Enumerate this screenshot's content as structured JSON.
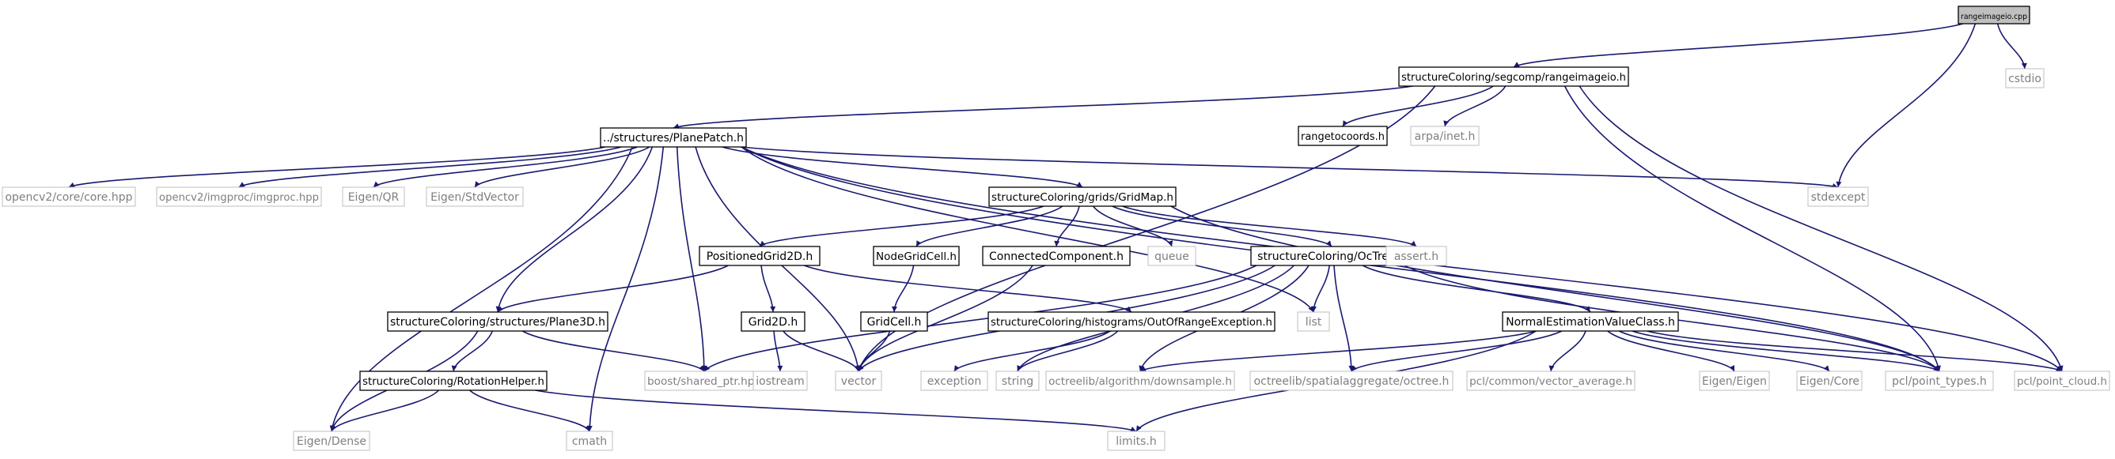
{
  "diagram": {
    "colors": {
      "edge": "#191970",
      "root_fill": "#bfbfbf",
      "node_fill": "#ffffff",
      "node_border": "#000000",
      "external_border": "#bfbfbf",
      "external_text": "#7f7f7f",
      "text": "#000000"
    },
    "nodes": [
      {
        "id": "rangeimageio_cpp",
        "label": "rangeimageio.cpp",
        "kind": "root"
      },
      {
        "id": "cstdio",
        "label": "cstdio",
        "kind": "external"
      },
      {
        "id": "segcomp_rangeimageio_h",
        "label": "structureColoring/segcomp/rangeimageio.h",
        "kind": "local"
      },
      {
        "id": "rangetocoords_h",
        "label": "rangetocoords.h",
        "kind": "local"
      },
      {
        "id": "arpa_inet_h",
        "label": "arpa/inet.h",
        "kind": "external"
      },
      {
        "id": "planepatch_h",
        "label": "../structures/PlanePatch.h",
        "kind": "local"
      },
      {
        "id": "opencv_core",
        "label": "opencv2/core/core.hpp",
        "kind": "external"
      },
      {
        "id": "opencv_imgproc",
        "label": "opencv2/imgproc/imgproc.hpp",
        "kind": "external"
      },
      {
        "id": "eigen_qr",
        "label": "Eigen/QR",
        "kind": "external"
      },
      {
        "id": "eigen_stdvector",
        "label": "Eigen/StdVector",
        "kind": "external"
      },
      {
        "id": "gridmap_h",
        "label": "structureColoring/grids/GridMap.h",
        "kind": "local"
      },
      {
        "id": "stdexcept",
        "label": "stdexcept",
        "kind": "external"
      },
      {
        "id": "positionedgrid2d_h",
        "label": "PositionedGrid2D.h",
        "kind": "local"
      },
      {
        "id": "nodegridcell_h",
        "label": "NodeGridCell.h",
        "kind": "local"
      },
      {
        "id": "connectedcomponent_h",
        "label": "ConnectedComponent.h",
        "kind": "local"
      },
      {
        "id": "queue",
        "label": "queue",
        "kind": "external"
      },
      {
        "id": "octree_h",
        "label": "structureColoring/OcTree.h",
        "kind": "local"
      },
      {
        "id": "assert_h",
        "label": "assert.h",
        "kind": "external"
      },
      {
        "id": "plane3d_h",
        "label": "structureColoring/structures/Plane3D.h",
        "kind": "local"
      },
      {
        "id": "grid2d_h",
        "label": "Grid2D.h",
        "kind": "local"
      },
      {
        "id": "gridcell_h",
        "label": "GridCell.h",
        "kind": "local"
      },
      {
        "id": "outofrange_h",
        "label": "structureColoring/histograms/OutOfRangeException.h",
        "kind": "local"
      },
      {
        "id": "list",
        "label": "list",
        "kind": "external"
      },
      {
        "id": "normalestimation_h",
        "label": "NormalEstimationValueClass.h",
        "kind": "local"
      },
      {
        "id": "rotationhelper_h",
        "label": "structureColoring/RotationHelper.h",
        "kind": "local"
      },
      {
        "id": "boost_shared_ptr",
        "label": "boost/shared_ptr.hpp",
        "kind": "external"
      },
      {
        "id": "iostream",
        "label": "iostream",
        "kind": "external"
      },
      {
        "id": "vector",
        "label": "vector",
        "kind": "external"
      },
      {
        "id": "exception",
        "label": "exception",
        "kind": "external"
      },
      {
        "id": "string",
        "label": "string",
        "kind": "external"
      },
      {
        "id": "octreelib_downsample",
        "label": "octreelib/algorithm/downsample.h",
        "kind": "external"
      },
      {
        "id": "octreelib_octree",
        "label": "octreelib/spatialaggregate/octree.h",
        "kind": "external"
      },
      {
        "id": "pcl_vector_average",
        "label": "pcl/common/vector_average.h",
        "kind": "external"
      },
      {
        "id": "eigen_eigen",
        "label": "Eigen/Eigen",
        "kind": "external"
      },
      {
        "id": "eigen_core",
        "label": "Eigen/Core",
        "kind": "external"
      },
      {
        "id": "pcl_point_types",
        "label": "pcl/point_types.h",
        "kind": "external"
      },
      {
        "id": "pcl_point_cloud",
        "label": "pcl/point_cloud.h",
        "kind": "external"
      },
      {
        "id": "eigen_dense",
        "label": "Eigen/Dense",
        "kind": "external"
      },
      {
        "id": "cmath",
        "label": "cmath",
        "kind": "external"
      },
      {
        "id": "limits_h",
        "label": "limits.h",
        "kind": "external"
      }
    ],
    "edges": [
      {
        "from": "rangeimageio_cpp",
        "to": "segcomp_rangeimageio_h"
      },
      {
        "from": "rangeimageio_cpp",
        "to": "cstdio"
      },
      {
        "from": "rangeimageio_cpp",
        "to": "stdexcept"
      },
      {
        "from": "segcomp_rangeimageio_h",
        "to": "planepatch_h"
      },
      {
        "from": "segcomp_rangeimageio_h",
        "to": "rangetocoords_h"
      },
      {
        "from": "segcomp_rangeimageio_h",
        "to": "arpa_inet_h"
      },
      {
        "from": "segcomp_rangeimageio_h",
        "to": "vector"
      },
      {
        "from": "segcomp_rangeimageio_h",
        "to": "pcl_point_types"
      },
      {
        "from": "segcomp_rangeimageio_h",
        "to": "pcl_point_cloud"
      },
      {
        "from": "planepatch_h",
        "to": "opencv_core"
      },
      {
        "from": "planepatch_h",
        "to": "opencv_imgproc"
      },
      {
        "from": "planepatch_h",
        "to": "eigen_qr"
      },
      {
        "from": "planepatch_h",
        "to": "eigen_stdvector"
      },
      {
        "from": "planepatch_h",
        "to": "gridmap_h"
      },
      {
        "from": "planepatch_h",
        "to": "stdexcept"
      },
      {
        "from": "planepatch_h",
        "to": "plane3d_h"
      },
      {
        "from": "planepatch_h",
        "to": "list"
      },
      {
        "from": "planepatch_h",
        "to": "boost_shared_ptr"
      },
      {
        "from": "planepatch_h",
        "to": "vector"
      },
      {
        "from": "planepatch_h",
        "to": "pcl_point_types"
      },
      {
        "from": "planepatch_h",
        "to": "pcl_point_cloud"
      },
      {
        "from": "planepatch_h",
        "to": "eigen_dense"
      },
      {
        "from": "planepatch_h",
        "to": "cmath"
      },
      {
        "from": "gridmap_h",
        "to": "positionedgrid2d_h"
      },
      {
        "from": "gridmap_h",
        "to": "nodegridcell_h"
      },
      {
        "from": "gridmap_h",
        "to": "connectedcomponent_h"
      },
      {
        "from": "gridmap_h",
        "to": "queue"
      },
      {
        "from": "gridmap_h",
        "to": "octree_h"
      },
      {
        "from": "gridmap_h",
        "to": "assert_h"
      },
      {
        "from": "gridmap_h",
        "to": "pcl_point_types"
      },
      {
        "from": "positionedgrid2d_h",
        "to": "plane3d_h"
      },
      {
        "from": "positionedgrid2d_h",
        "to": "grid2d_h"
      },
      {
        "from": "positionedgrid2d_h",
        "to": "outofrange_h"
      },
      {
        "from": "nodegridcell_h",
        "to": "gridcell_h"
      },
      {
        "from": "connectedcomponent_h",
        "to": "vector"
      },
      {
        "from": "octree_h",
        "to": "boost_shared_ptr"
      },
      {
        "from": "octree_h",
        "to": "list"
      },
      {
        "from": "octree_h",
        "to": "normalestimation_h"
      },
      {
        "from": "octree_h",
        "to": "vector"
      },
      {
        "from": "octree_h",
        "to": "string"
      },
      {
        "from": "octree_h",
        "to": "octreelib_downsample"
      },
      {
        "from": "octree_h",
        "to": "octreelib_octree"
      },
      {
        "from": "octree_h",
        "to": "pcl_point_types"
      },
      {
        "from": "plane3d_h",
        "to": "rotationhelper_h"
      },
      {
        "from": "plane3d_h",
        "to": "boost_shared_ptr"
      },
      {
        "from": "plane3d_h",
        "to": "eigen_dense"
      },
      {
        "from": "grid2d_h",
        "to": "iostream"
      },
      {
        "from": "grid2d_h",
        "to": "vector"
      },
      {
        "from": "gridcell_h",
        "to": "vector"
      },
      {
        "from": "outofrange_h",
        "to": "exception"
      },
      {
        "from": "outofrange_h",
        "to": "string"
      },
      {
        "from": "normalestimation_h",
        "to": "octreelib_downsample"
      },
      {
        "from": "normalestimation_h",
        "to": "octreelib_octree"
      },
      {
        "from": "normalestimation_h",
        "to": "pcl_vector_average"
      },
      {
        "from": "normalestimation_h",
        "to": "eigen_eigen"
      },
      {
        "from": "normalestimation_h",
        "to": "eigen_core"
      },
      {
        "from": "normalestimation_h",
        "to": "pcl_point_types"
      },
      {
        "from": "normalestimation_h",
        "to": "pcl_point_cloud"
      },
      {
        "from": "normalestimation_h",
        "to": "limits_h"
      },
      {
        "from": "rotationhelper_h",
        "to": "eigen_dense"
      },
      {
        "from": "rotationhelper_h",
        "to": "cmath"
      },
      {
        "from": "rotationhelper_h",
        "to": "limits_h"
      }
    ]
  }
}
